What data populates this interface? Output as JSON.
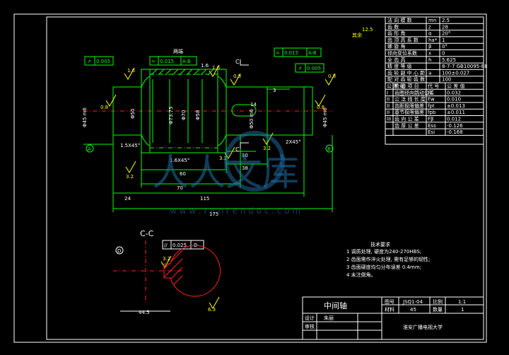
{
  "drawing": {
    "roughness_top": "其余",
    "roughness_top_value": "12.5",
    "views": {
      "section_label_top": "C",
      "section_label_bottom": "C",
      "section_title": "C-C"
    },
    "datum_labels": [
      "A",
      "B",
      "D"
    ],
    "dimensions": {
      "total_length": "175",
      "len_115": "115",
      "len_24": "24",
      "len_70": "70",
      "len_60": "60",
      "len_38": "38",
      "len_30": "30",
      "len_3": "3",
      "len_16": "1.6",
      "dia_50": "Φ50",
      "dia_58": "Φ58",
      "dia_70": "Φ70",
      "dia_7375": "Φ73.75",
      "dia_45": "Φ45 m6",
      "dia_45b": "Φ45 m6",
      "dia_50b": "Φ50 m6",
      "chamfer_1": "1.5X45°",
      "chamfer_2": "1.6X45°",
      "chamfer_3": "2X45°",
      "key_width": "14",
      "section_dim": "44.5"
    },
    "tolerances": {
      "runout_1": "0.005",
      "runout_2": "0.005",
      "sym_1": "0.015",
      "sym_1_ref": "A-B",
      "sym_2": "0.015",
      "sym_2_ref": "A-B",
      "par_section": "0.025",
      "par_section_ref": "D"
    },
    "roughness_marks": [
      "1.6",
      "1.6",
      "0.8",
      "0.8",
      "3.2",
      "3.2",
      "0.8",
      "0.8",
      "3.2",
      "6.3",
      "3.2"
    ],
    "face_label": "两端"
  },
  "param_table": {
    "rows": [
      [
        "法 向 模 数",
        "mn",
        "2.5"
      ],
      [
        "齿 数",
        "z",
        "28"
      ],
      [
        "齿 形 角",
        "α",
        "20°"
      ],
      [
        "齿 顶 高 系 数",
        "ha*",
        "1"
      ],
      [
        "螺 旋 角",
        "β",
        "0°"
      ],
      [
        "径向变位系数",
        "x",
        "0"
      ],
      [
        "全 齿 高",
        "h",
        "5.625"
      ],
      [
        "精 度 等 级",
        "",
        "8-7-7 GB10095-88"
      ],
      [
        "齿 轮 副 中 心 距",
        "a",
        "100±0.027"
      ],
      [
        "配 对 齿 轮 齿 数",
        "",
        "100"
      ]
    ],
    "check_header": [
      "公 差 组",
      "检 验 项 目",
      "代 号",
      "公 差 值"
    ],
    "check_rows": [
      [
        "I",
        "齿圈径向跳动公差",
        "Fr",
        "0.032"
      ],
      [
        "II",
        "公 法 线 长 度",
        "Fw",
        "0.010"
      ],
      [
        "II",
        "齿距极限偏差",
        "fpt",
        "±0.013"
      ],
      [
        "II",
        "基节极限偏差",
        "fpb",
        "±0.011"
      ],
      [
        "III",
        "齿 向 公 差",
        "Fβ",
        "0.012"
      ],
      [
        "",
        "齿 厚 公 差",
        "Ess",
        "-0.126"
      ],
      [
        "",
        "",
        "Esi",
        "-0.168"
      ]
    ]
  },
  "tech_req": {
    "title": "技术要求",
    "items": [
      "1  调质处理, 硬度为240-270HBS;",
      "2  齿面需作淬火处理, 需有足够的韧性;",
      "3  齿面硬度均匀分布误差 0.4mm;",
      "4  未注倒角。"
    ]
  },
  "title_block": {
    "part_name": "中间轴",
    "drawing_no_label": "图号",
    "drawing_no": "JSQ1-04",
    "scale_label": "比例",
    "scale": "1:1",
    "material_label": "材料",
    "material": "45",
    "qty_label": "数量",
    "qty": "1",
    "designer_label": "设计",
    "designer": "朱丽",
    "checker_label": "审核",
    "school": "淮安广播电视大学"
  },
  "watermark": {
    "text": "人人文库",
    "url": "w w w . r e n r e n d o c . c o m"
  }
}
